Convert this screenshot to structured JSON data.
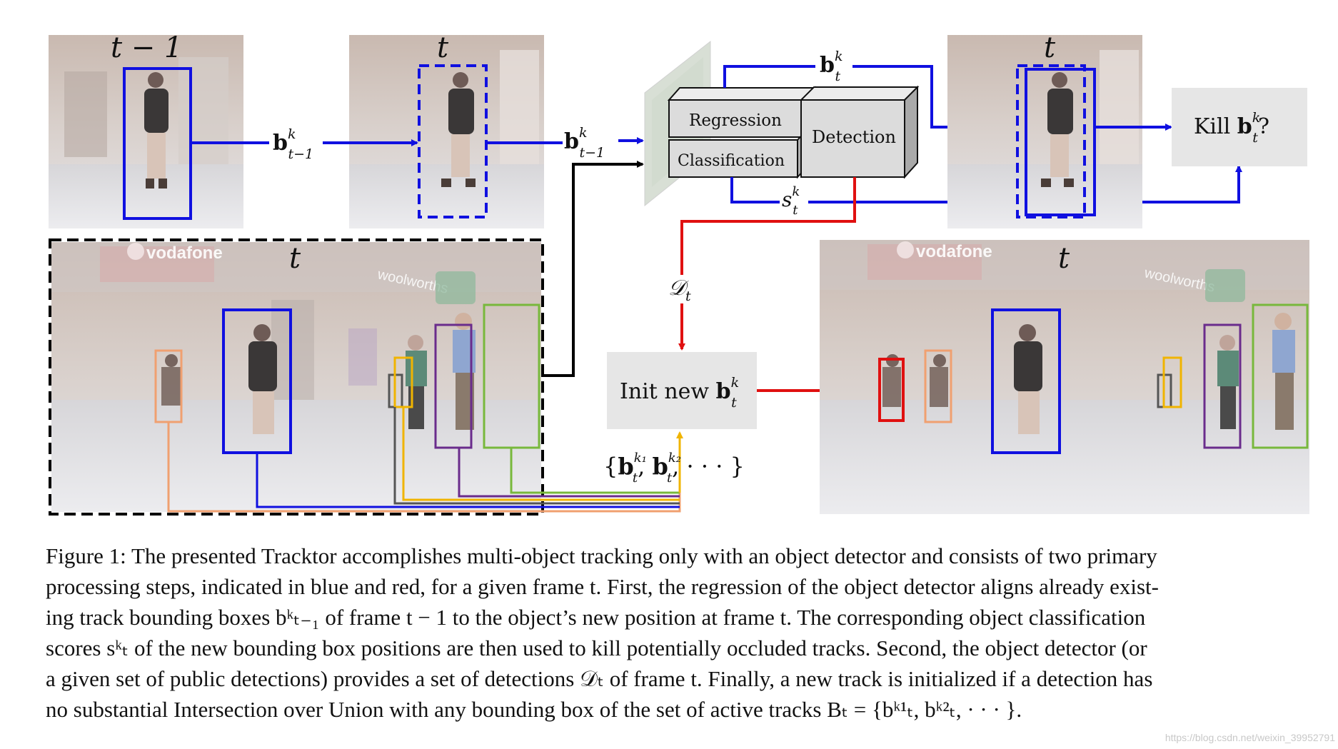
{
  "frames": {
    "prev_label": "t − 1",
    "curr_label": "t",
    "main_label": "t",
    "result_top_label": "t",
    "result_bottom_label": "t"
  },
  "scene_signs": {
    "store_a": "vodafone",
    "store_b": "woolworths"
  },
  "arrows": {
    "b_prev_base": "b",
    "b_prev_sup": "k",
    "b_prev_sub": "t−1",
    "b_t_base": "b",
    "b_t_sup": "k",
    "b_t_sub": "t",
    "s_t_base": "s",
    "s_t_sup": "k",
    "s_t_sub": "t",
    "d_t_base": "𝒟",
    "d_t_sub": "t"
  },
  "network": {
    "regression_label": "Regression",
    "classification_label": "Classification",
    "detection_label": "Detection"
  },
  "boxes": {
    "kill_prefix": "Kill ",
    "kill_suffix": "?",
    "init_prefix": "Init new ",
    "set_open": "{",
    "set_b1_sup": "k₁",
    "set_b2_sup": "k₂",
    "set_sub": "t",
    "set_close": ", · · · }"
  },
  "caption": {
    "lines": [
      "Figure 1: The presented Tracktor accomplishes multi-object tracking only with an object detector and consists of two primary",
      "processing steps, indicated in blue and red, for a given frame t. First, the regression of the object detector aligns already exist-",
      "ing track bounding boxes bᵏₜ₋₁ of frame t − 1 to the object’s new position at frame t. The corresponding object classification",
      "scores sᵏₜ of the new bounding box positions are then used to kill potentially occluded tracks. Second, the object detector (or",
      "a given set of public detections) provides a set of detections 𝒟ₜ of frame t. Finally, a new track is initialized if a detection has",
      "no substantial Intersection over Union with any bounding box of the set of active tracks Bₜ = {bᵏ¹ₜ, bᵏ²ₜ, · · · }."
    ]
  },
  "watermark": "https://blog.csdn.net/weixin_39952791",
  "colors": {
    "track_blue": "#1010e0",
    "detect_red": "#e01010",
    "orange": "#f0a070",
    "dark_gray": "#555555",
    "yellow": "#f0b400",
    "purple": "#6a2c8c",
    "green": "#78b83c",
    "panel_gray": "#e6e6e6"
  },
  "icons": {
    "person": "walking-person-icon",
    "shoppers": "shopper-icons"
  }
}
